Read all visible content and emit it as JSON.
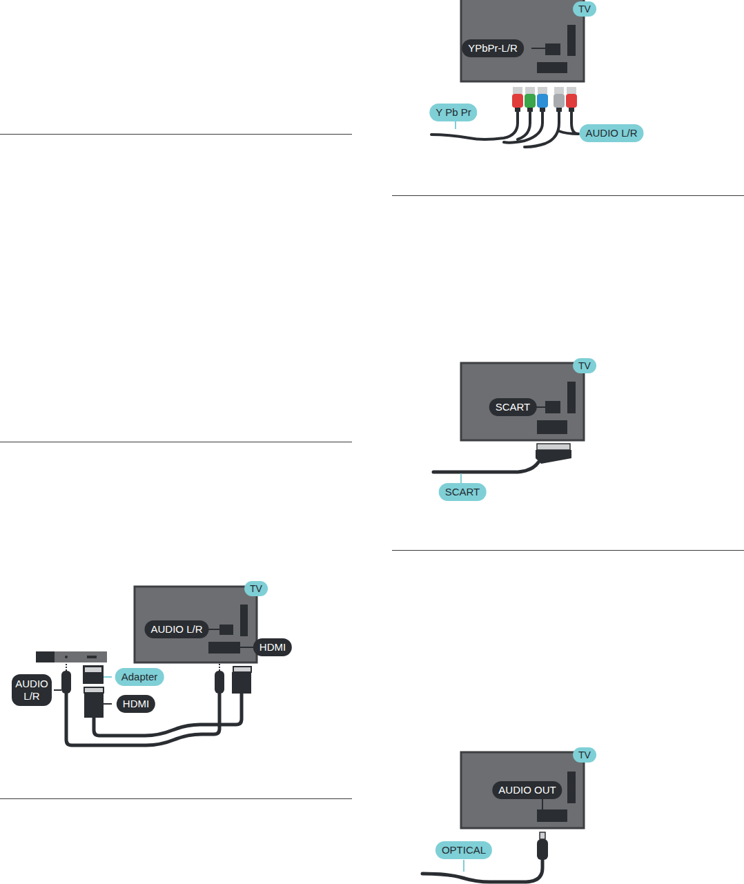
{
  "diagram": {
    "nodes": [
      {
        "text": [
          "TV"
        ]
      },
      {
        "text": [
          "AUDIO L/R"
        ]
      },
      {
        "text": [
          "HDMI"
        ]
      },
      {
        "text": [
          "Adapter"
        ]
      },
      {
        "text": [
          "AUDIO L/R"
        ]
      },
      {
        "text": [
          "HDMI"
        ]
      },
      {
        "text": [
          "TV"
        ]
      },
      {
        "text": [
          "YPbPr-L/R"
        ]
      },
      {
        "text": [
          "Y Pb Pr"
        ]
      },
      {
        "text": [
          "AUDIO L/R"
        ]
      },
      {
        "text": [
          "TV"
        ]
      },
      {
        "text": [
          "SCART"
        ]
      },
      {
        "text": [
          "SCART"
        ]
      },
      {
        "text": [
          "TV"
        ]
      },
      {
        "text": [
          "AUDIO OUT"
        ]
      },
      {
        "text": [
          "OPTICAL"
        ]
      }
    ]
  }
}
